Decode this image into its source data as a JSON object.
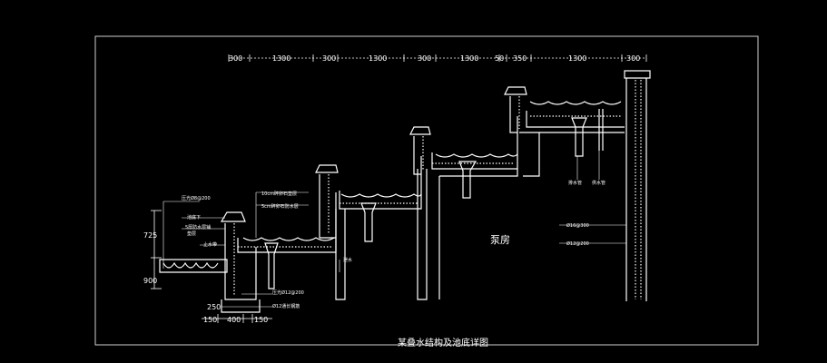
{
  "drawing": {
    "title": "某叠水结构及池底详图",
    "room_label": "泵房",
    "top_dimensions": [
      "300",
      "1300",
      "300",
      "1300",
      "300",
      "1300",
      "50",
      "350",
      "1300",
      "300"
    ],
    "left_dimensions": [
      "725",
      "900"
    ],
    "bottom_dimensions": [
      "150",
      "400",
      "150"
    ],
    "base_dimension": "250",
    "notes_left": [
      "压光Ø8@200",
      "池底下",
      "5厚防水层铺",
      "垫层",
      "止水带"
    ],
    "notes_step": [
      "10cm碎卵石垫层",
      "5cm碎卵石防水层"
    ],
    "notes_lower": [
      "压光Ø12@200",
      "Ø12通长钢筋",
      "泄水"
    ],
    "notes_right": [
      "排水管",
      "供水管",
      "Ø16@300",
      "Ø12@200"
    ]
  },
  "colors": {
    "background": "#000000",
    "line": "#ffffff",
    "frame": "#d0d0d0"
  }
}
